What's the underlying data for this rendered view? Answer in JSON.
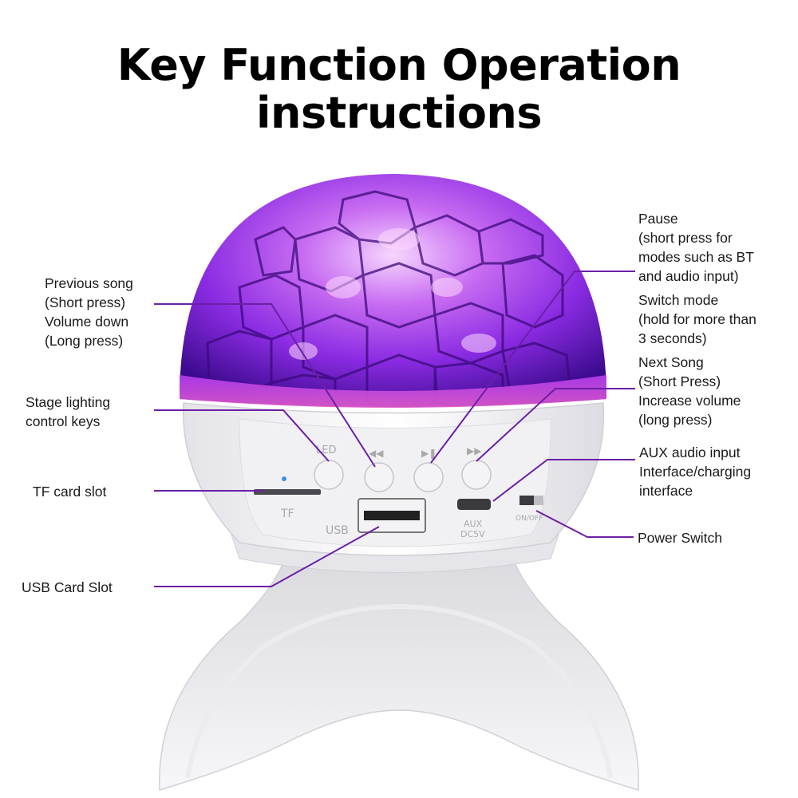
{
  "title": {
    "line1": "Key Function Operation",
    "line2": "instructions"
  },
  "device_markings": {
    "led": "LED",
    "tf": "TF",
    "usb": "USB",
    "aux": "AUX",
    "dc5v": "DC5V",
    "onoff": "ON/OFF"
  },
  "callouts": {
    "previous_song": [
      "Previous song",
      "(Short press)",
      "Volume down",
      "(Long press)"
    ],
    "stage_lighting": [
      "Stage lighting",
      "control keys"
    ],
    "tf_card_slot": [
      "TF card slot"
    ],
    "usb_card_slot": [
      "USB Card Slot"
    ],
    "pause": [
      "Pause",
      "(short press for",
      "modes such as BT",
      "and audio input)"
    ],
    "switch_mode": [
      "Switch mode",
      "(hold for more than",
      "3 seconds)"
    ],
    "next_song": [
      "Next Song",
      "(Short Press)",
      "Increase volume",
      "(long press)"
    ],
    "aux_input": [
      "AUX audio input",
      "Interface/charging",
      "interface"
    ],
    "power_switch": [
      "Power Switch"
    ]
  },
  "colors": {
    "leader_line": "#6b1fa6",
    "dome_purple": "#8a2be2",
    "dome_pink": "#e04fd8",
    "body_white": "#f4f4f6"
  },
  "icons": {
    "led_button": "led-button",
    "prev_button": "prev-button",
    "play_pause_button": "play-pause-button",
    "next_button": "next-button"
  }
}
